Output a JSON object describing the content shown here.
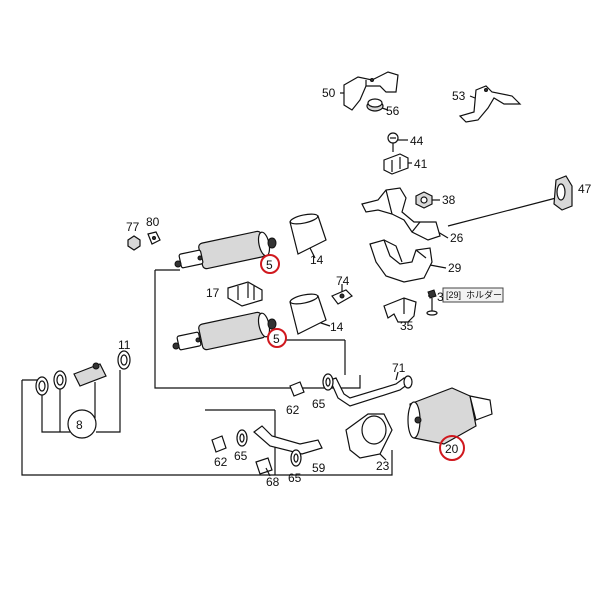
{
  "labels": {
    "p50": "50",
    "p56": "56",
    "p53": "53",
    "p44": "44",
    "p41": "41",
    "p47": "47",
    "p38": "38",
    "p26": "26",
    "p29": "29",
    "p77": "77",
    "p80": "80",
    "p5a": "5",
    "p14a": "14",
    "p17": "17",
    "p74": "74",
    "p3": "3",
    "p35": "35",
    "p5b": "5",
    "p14b": "14",
    "p11": "11",
    "p71": "71",
    "p62a": "62",
    "p65a": "65",
    "p8": "8",
    "p20": "20",
    "p62b": "62",
    "p65b": "65",
    "p23": "23",
    "p68": "68",
    "p65c": "65",
    "p59": "59"
  },
  "callout": {
    "ref": "[29]",
    "text": "ホルダー"
  },
  "colors": {
    "highlight": "#d0181e",
    "line": "#111111"
  }
}
